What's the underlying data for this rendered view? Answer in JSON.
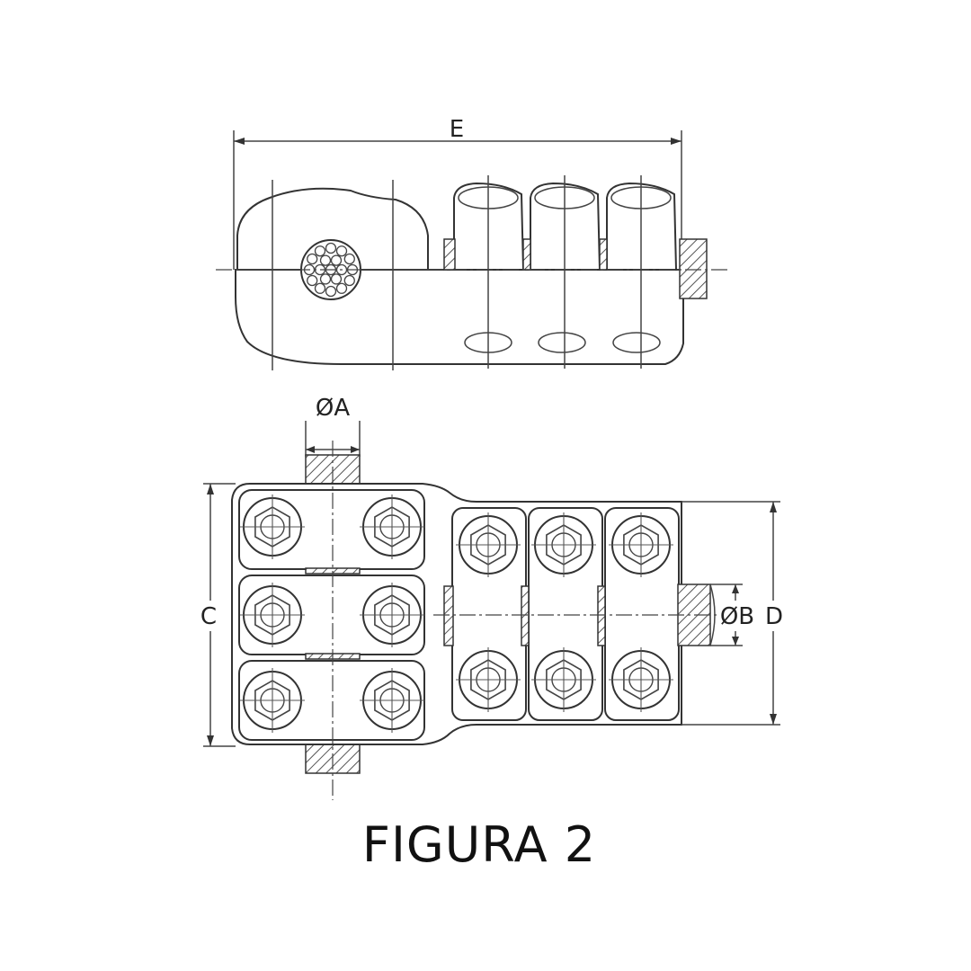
{
  "labels": {
    "dim_e": "E",
    "dim_a": "ØA",
    "dim_b": "ØB",
    "dim_c": "C",
    "dim_d": "D"
  },
  "caption": "FIGURA 2"
}
